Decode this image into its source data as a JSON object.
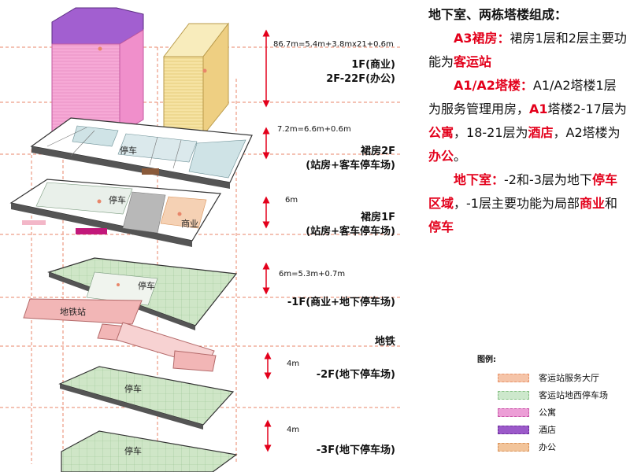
{
  "dimensions": [
    {
      "id": "total",
      "text": "86.7m=5.4m+3.8mx21+0,6m"
    },
    {
      "id": "podium2",
      "text": "7.2m=6.6m+0.6m"
    },
    {
      "id": "podium1",
      "text": "6m"
    },
    {
      "id": "b1",
      "text": "6m=5.3m+0.7m"
    },
    {
      "id": "b2",
      "text": "4m"
    },
    {
      "id": "b3",
      "text": "4m"
    }
  ],
  "floors": {
    "tower": {
      "line1": "1F(商业)",
      "line2": "2F-22F(办公)"
    },
    "podium2": {
      "line1": "裙房2F",
      "line2": "(站房+客车停车场)"
    },
    "podium1": {
      "line1": "裙房1F",
      "line2": "(站房+客车停车场)"
    },
    "b1": {
      "line1": "-1F(商业+地下停车场)"
    },
    "metro": {
      "line1": "地铁"
    },
    "b2": {
      "line1": "-2F(地下停车场)"
    },
    "b3": {
      "line1": "-3F(地下停车场)"
    }
  },
  "tags": {
    "parking_p2": "停车",
    "parking_p1": "停车",
    "commerce_p1": "商业",
    "parking_b1": "停车",
    "metro_station": "地铁站",
    "parking_b2": "停车",
    "parking_b3": "停车"
  },
  "description": {
    "heading": "地下室、两栋塔楼组成：",
    "p1": {
      "k": "A3裙房：",
      "t1": "裙房1层和2层主要功能为",
      "r1": "客运站"
    },
    "p2": {
      "k": "A1/A2塔楼：",
      "t1": "A1/A2塔楼1层为服务管理用房，",
      "r1": "A1",
      "t2": "塔楼2-17层为",
      "r2": "公寓",
      "t3": "，18-21层为",
      "r3": "酒店",
      "t4": "，A2塔楼为",
      "r4": "办公",
      "t5": "。"
    },
    "p3": {
      "k": "地下室：",
      "t1": "-2和-3层为地下",
      "r1": "停车区域",
      "t2": "，-1层主要功能为局部",
      "r2": "商业",
      "t3": "和",
      "r3": "停车"
    }
  },
  "legend": {
    "title": "图例:",
    "items": [
      {
        "label": "客运站服务大厅",
        "color": "#f5c4a8",
        "border": "#e8956b"
      },
      {
        "label": "客运站地西停车场",
        "color": "#cde8cc",
        "border": "#86c084"
      },
      {
        "label": "公寓",
        "color": "#ec9ed6",
        "border": "#c857a8"
      },
      {
        "label": "酒店",
        "color": "#9b59c9",
        "border": "#6b2f9b"
      },
      {
        "label": "办公",
        "color": "#f2c49a",
        "border": "#d9935a"
      }
    ]
  },
  "colors": {
    "apartment": "#f7a4d6",
    "hotel": "#a25fd0",
    "office": "#f7e29a",
    "parking": "#cfe6c7",
    "metro": "#f1b6b6",
    "guide": "#e8866a",
    "accent": "#e3001b"
  }
}
